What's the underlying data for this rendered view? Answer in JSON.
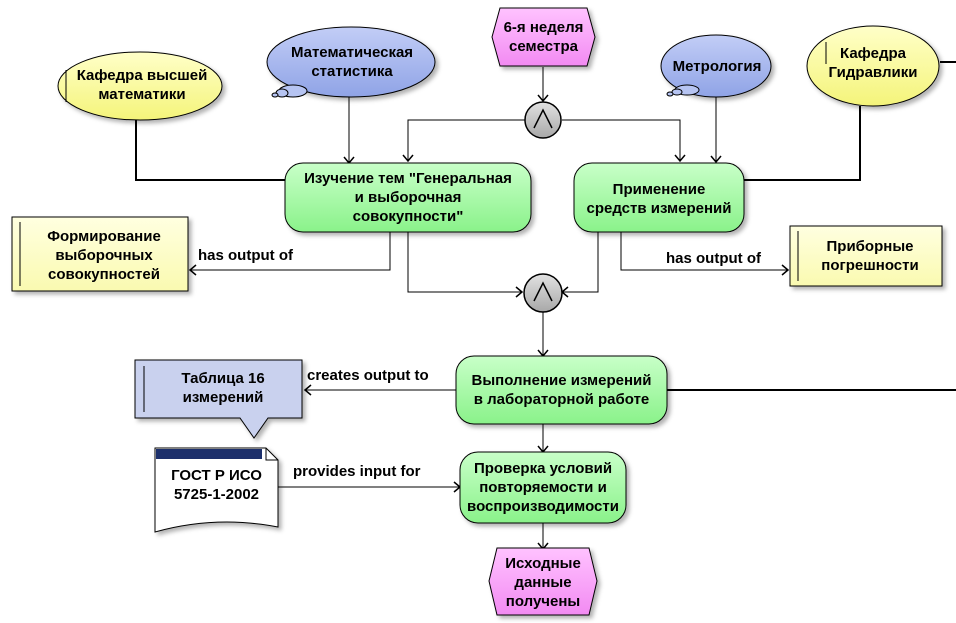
{
  "colors": {
    "function": "#99ff99",
    "event": "#ff99ff",
    "org_unit": "#ffff99",
    "application": "#9fb1ef",
    "output": "#ffffcc",
    "document": "#c9d1ee",
    "operator": "#c8c8c8",
    "line": "#000000"
  },
  "nodes": {
    "event_week6": "6-я неделя\nсеместра",
    "event_data": "Исходные\nданные\nполучены",
    "dept_math": "Кафедра высшей\nматематики",
    "dept_hydro": "Кафедра\nГидравлики",
    "sys_stat": "Математическая\nстатистика",
    "sys_metro": "Метрология",
    "func_study": "Изучение тем \"Генеральная\nи выборочная\nсовокупности\"",
    "func_apply": "Применение\nсредств измерений",
    "func_measure": "Выполнение измерений\nв лабораторной работе",
    "func_check": "Проверка условий\nповторяемости и\nвоспроизводимости",
    "out_samples": "Формирование\nвыборочных\nсовокупностей",
    "out_errors": "Приборные\nпогрешности",
    "out_table": "Таблица 16\nизмерений",
    "doc_gost": "ГОСТ Р ИСО\n5725-1-2002",
    "op_and_1": "and-operator",
    "op_and_2": "and-operator"
  },
  "edges": {
    "has_output_left": "has output of",
    "has_output_right": "has output of",
    "creates_output": "creates output to",
    "provides_input": "provides input for"
  }
}
